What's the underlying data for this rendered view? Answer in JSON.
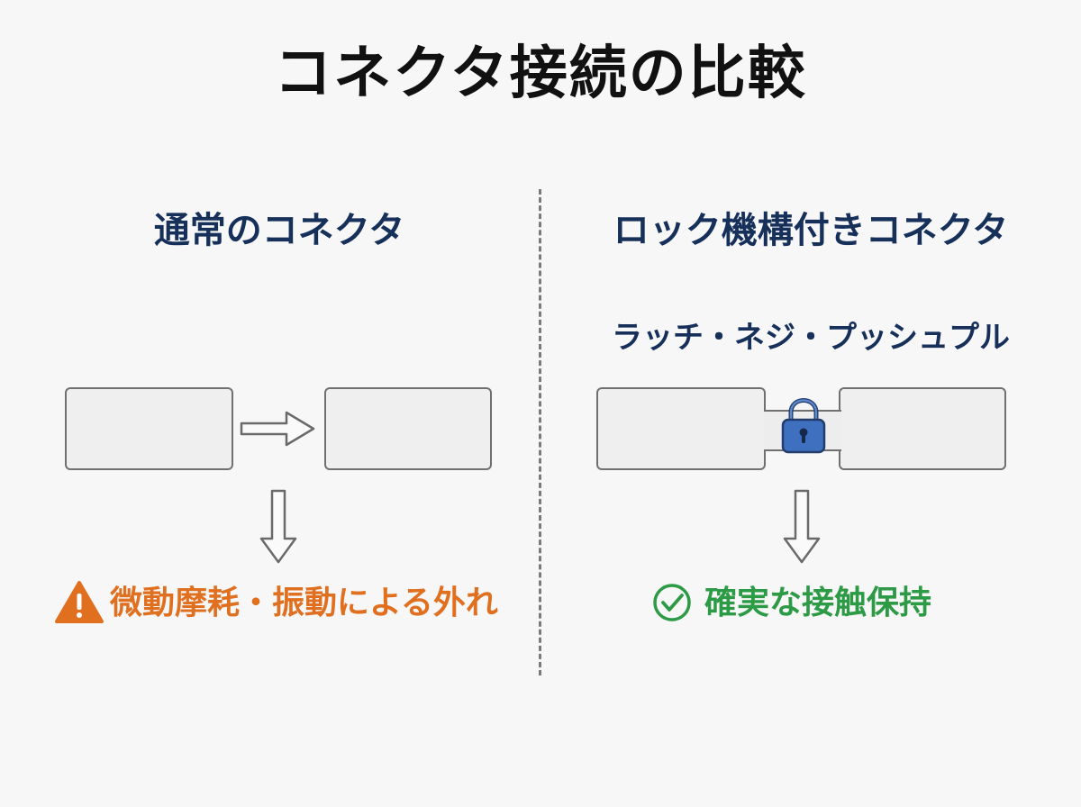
{
  "title": "コネクタ接続の比較",
  "left": {
    "heading": "通常のコネクタ",
    "result_text": "微動摩耗・振動による外れ",
    "result_icon": "warning-icon",
    "result_color": "#e07020"
  },
  "right": {
    "heading": "ロック機構付きコネクタ",
    "subheading": "ラッチ・ネジ・プッシュプル",
    "lock_icon": "padlock-icon",
    "lock_color": "#3f6fbf",
    "result_text": "確実な接触保持",
    "result_icon": "check-circle-icon",
    "result_color": "#2d9a46"
  },
  "colors": {
    "heading": "#16305a",
    "connector_fill": "#efefef",
    "connector_border": "#707070"
  }
}
